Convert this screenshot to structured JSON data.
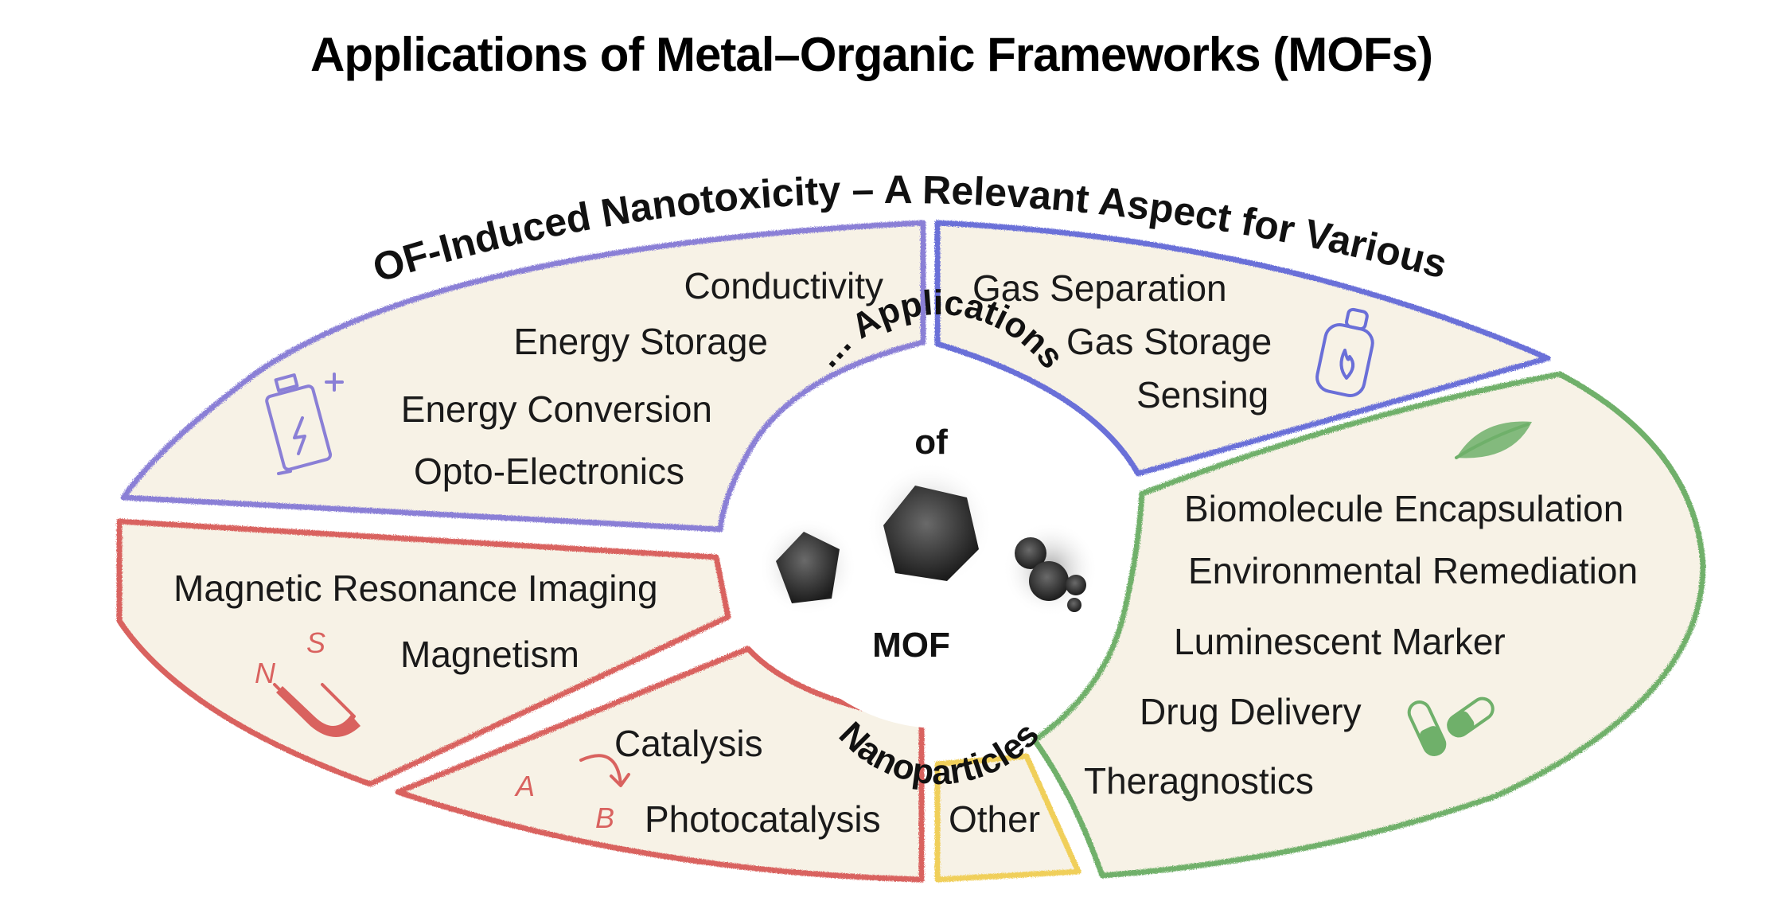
{
  "title": "Applications of Metal–Organic Frameworks (MOFs)",
  "outer_arc_text": "MOF-Induced Nanotoxicity – A Relevant Aspect for Various …",
  "center": {
    "top_text": "… Applications",
    "of_text": "of",
    "mof_text": "MOF",
    "bottom_text": "Nanoparticles"
  },
  "segments": {
    "energy": {
      "color": "#8a7fd6",
      "items": [
        "Conductivity",
        "Energy Storage",
        "Energy Conversion",
        "Opto-Electronics"
      ],
      "icon": "battery-icon"
    },
    "gas": {
      "color": "#6a6fd8",
      "items": [
        "Gas Separation",
        "Gas Storage",
        "Sensing"
      ],
      "icon": "gas-cylinder-icon"
    },
    "magnetic": {
      "color": "#d9625f",
      "items": [
        "Magnetic Resonance Imaging",
        "Magnetism"
      ],
      "icon": "magnet-icon",
      "icon_labels": [
        "N",
        "S"
      ]
    },
    "catalysis": {
      "color": "#d9625f",
      "items": [
        "Catalysis",
        "Photocatalysis"
      ],
      "icon": "reaction-arrow-icon",
      "icon_labels": [
        "A",
        "B"
      ]
    },
    "other": {
      "color": "#f0cf5a",
      "items": [
        "Other"
      ]
    },
    "bio": {
      "color": "#6fb06a",
      "items": [
        "Biomolecule Encapsulation",
        "Environmental Remediation",
        "Luminescent Marker",
        "Drug Delivery",
        "Theragnostics"
      ],
      "icons": [
        "leaf-icon",
        "capsule-icon"
      ]
    }
  },
  "colors": {
    "segment_fill": "#f7f2e6",
    "text": "#1a1a1a"
  }
}
